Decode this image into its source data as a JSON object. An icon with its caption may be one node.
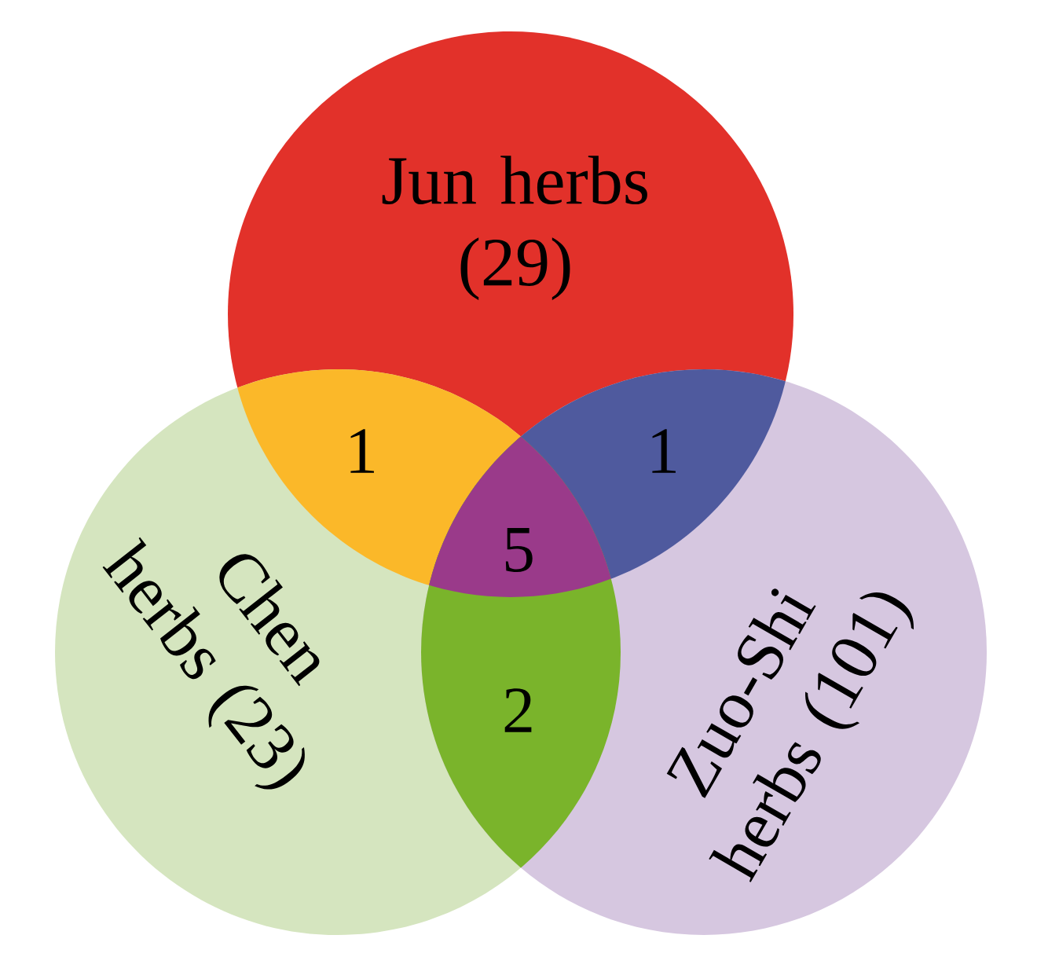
{
  "diagram": {
    "nodes": [
      {
        "text": [
          "Jun herbs (29)"
        ]
      },
      {
        "text": [
          "Chen herbs (23)"
        ]
      },
      {
        "text": [
          "Zuo-Shi herbs (101)"
        ]
      }
    ],
    "labels": [
      "1",
      "1",
      "5",
      "2"
    ]
  }
}
